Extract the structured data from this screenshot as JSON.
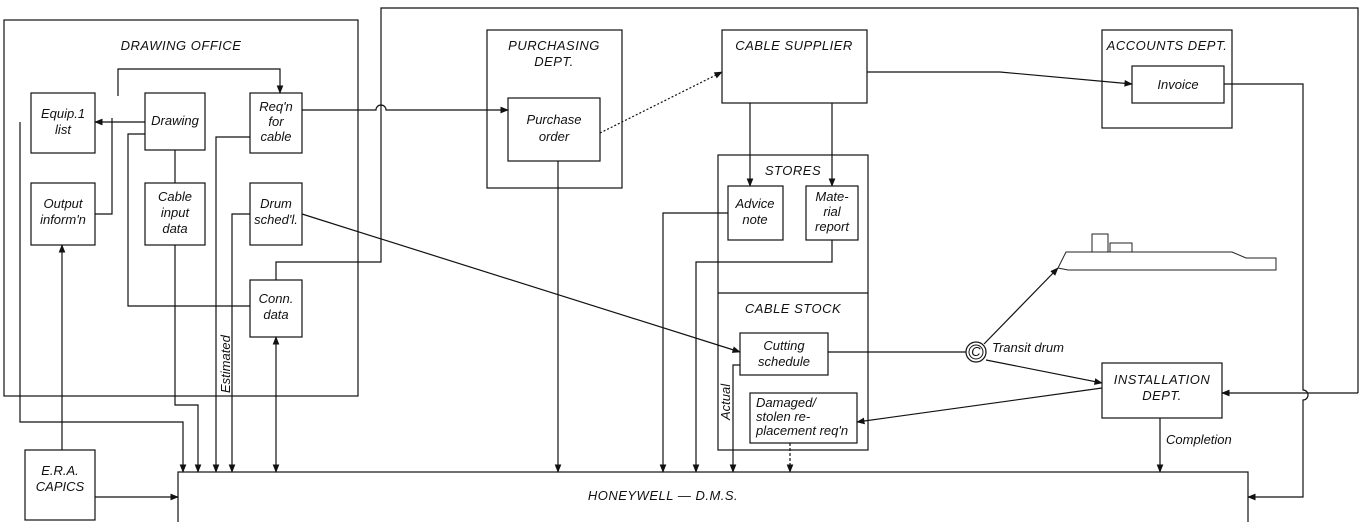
{
  "sections": {
    "drawing_office": "DRAWING OFFICE",
    "purchasing_1": "PURCHASING",
    "purchasing_2": "DEPT.",
    "cable_supplier": "CABLE SUPPLIER",
    "accounts": "ACCOUNTS DEPT.",
    "stores": "STORES",
    "cable_stock": "CABLE STOCK",
    "installation_1": "INSTALLATION",
    "installation_2": "DEPT.",
    "honeywell": "HONEYWELL — D.M.S.",
    "era_1": "E.R.A.",
    "era_2": "CAPICS"
  },
  "boxes": {
    "equip_list": [
      "Equip.1",
      "list"
    ],
    "drawing": [
      "Drawing"
    ],
    "reqn": [
      "Req'n",
      "for",
      "cable"
    ],
    "output": [
      "Output",
      "inform'n"
    ],
    "cable_input": [
      "Cable",
      "input",
      "data"
    ],
    "drum_sched": [
      "Drum",
      "sched'l."
    ],
    "conn_data": [
      "Conn.",
      "data"
    ],
    "purchase_order": [
      "Purchase",
      "order"
    ],
    "invoice": [
      "Invoice"
    ],
    "advice_note": [
      "Advice",
      "note"
    ],
    "material_report": [
      "Mate-",
      "rial",
      "report"
    ],
    "cutting_schedule": [
      "Cutting",
      "schedule"
    ],
    "damaged": [
      "Damaged/",
      "stolen re-",
      "placement req'n"
    ]
  },
  "labels": {
    "estimated": "Estimated",
    "actual": "Actual",
    "transit_drum": "Transit drum",
    "completion": "Completion",
    "drum_symbol": "C"
  }
}
